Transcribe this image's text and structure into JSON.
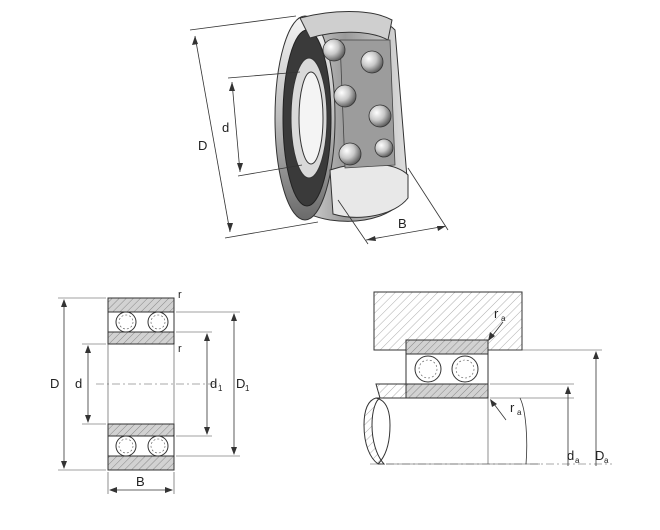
{
  "iso_view": {
    "label_D": "D",
    "label_d": "d",
    "label_B": "B"
  },
  "section_view": {
    "label_D": "D",
    "label_d": "d",
    "label_d1_main": "d",
    "label_d1_sub": "1",
    "label_D1_main": "D",
    "label_D1_sub": "1",
    "label_B": "B",
    "label_r_top": "r",
    "label_r_mid": "r"
  },
  "mounting_view": {
    "label_ra_top_main": "r",
    "label_ra_top_sub": "a",
    "label_ra_bottom_main": "r",
    "label_ra_bottom_sub": "a",
    "label_da_main": "d",
    "label_da_sub": "a",
    "label_Da_main": "D",
    "label_Da_sub": "a"
  },
  "colors": {
    "hatch_fill": "#c9c9c9",
    "metal_light": "#e6e6e6",
    "metal_dark": "#555555",
    "line": "#333333"
  }
}
